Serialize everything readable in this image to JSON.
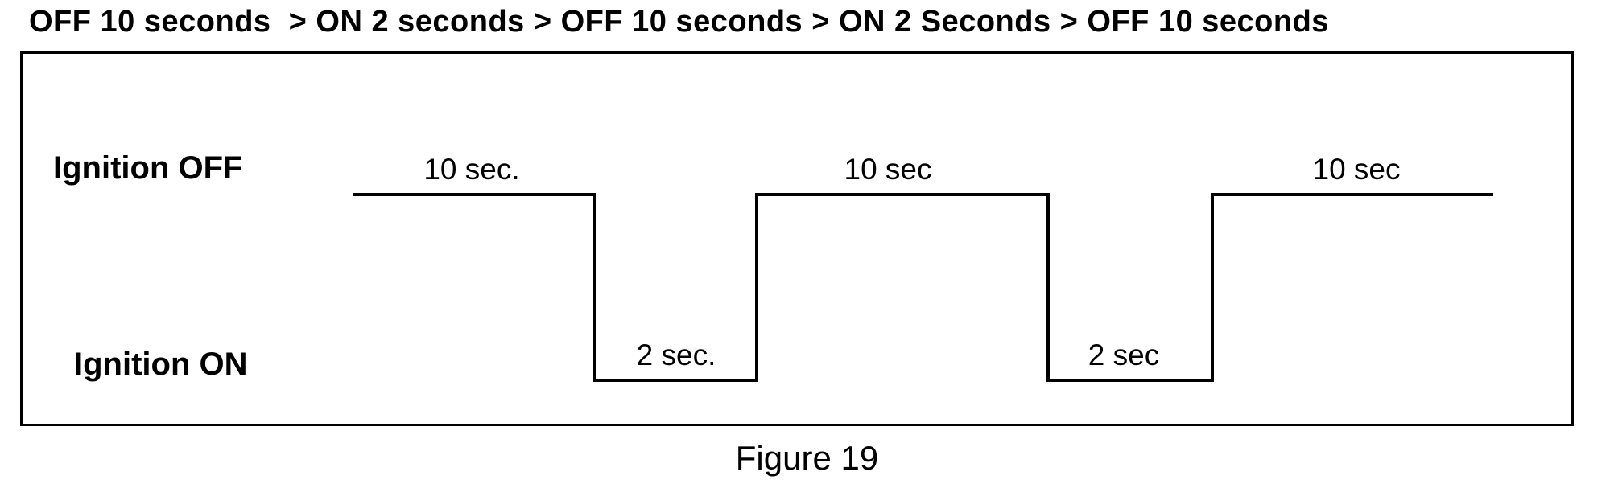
{
  "title": "OFF 10 seconds  > ON 2 seconds > OFF 10 seconds > ON 2 Seconds > OFF 10 seconds",
  "caption": "Figure 19",
  "colors": {
    "line": "#000000",
    "text": "#000000",
    "background": "#ffffff"
  },
  "signal": {
    "high_label": "Ignition OFF",
    "low_label": "Ignition ON"
  },
  "waveform": {
    "description": "Ignition key cycling timing diagram; high level = Ignition OFF, low level = Ignition ON",
    "segments": [
      {
        "state": "OFF",
        "level": "high",
        "seconds": 10,
        "duration_label": "10 sec."
      },
      {
        "state": "ON",
        "level": "low",
        "seconds": 2,
        "duration_label": "2 sec."
      },
      {
        "state": "OFF",
        "level": "high",
        "seconds": 10,
        "duration_label": "10 sec"
      },
      {
        "state": "ON",
        "level": "low",
        "seconds": 2,
        "duration_label": "2 sec"
      },
      {
        "state": "OFF",
        "level": "high",
        "seconds": 10,
        "duration_label": "10 sec"
      }
    ]
  }
}
